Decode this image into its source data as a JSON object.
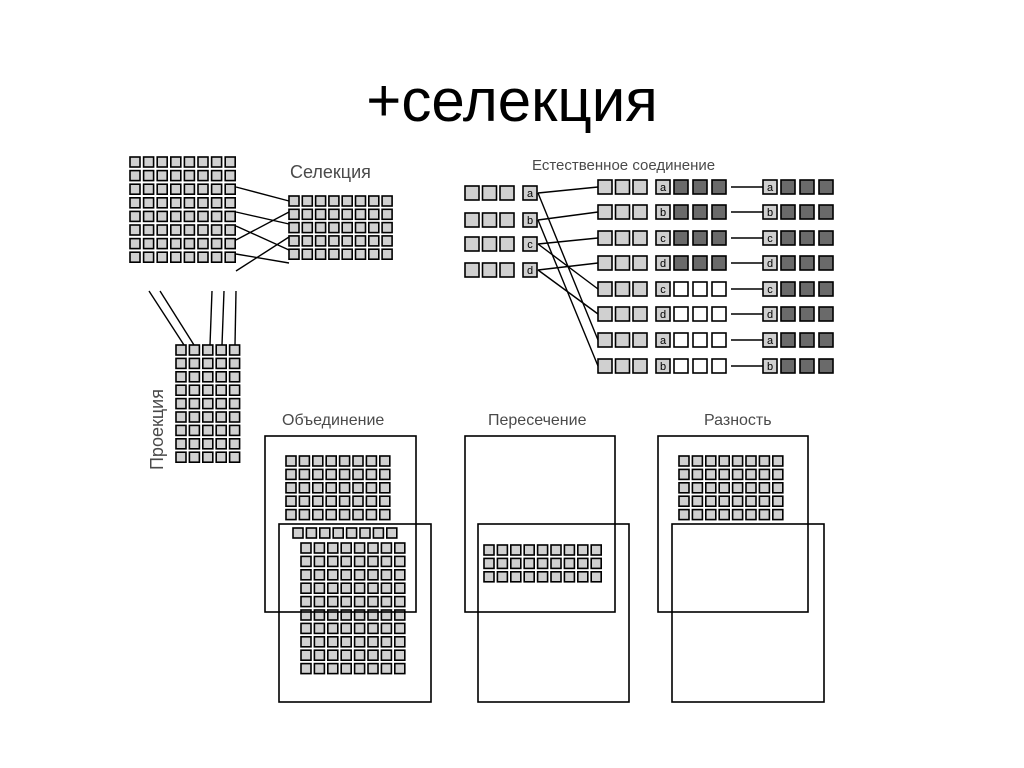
{
  "title": "+селекция",
  "labels": {
    "selection": "Селекция",
    "projection": "Проекция",
    "natural_join": "Естественное соединение",
    "union": "Объединение",
    "intersection": "Пересечение",
    "difference": "Разность"
  },
  "join_keys_left": [
    "a",
    "b",
    "c",
    "d"
  ],
  "join_keys_result": [
    "a",
    "b",
    "c",
    "d",
    "c",
    "d",
    "a",
    "b"
  ],
  "join_keys_right": [
    "a",
    "b",
    "c",
    "d",
    "c",
    "d",
    "a",
    "b"
  ],
  "colors": {
    "cell": "#d0d0d0",
    "cell_dark": "#6a6a6a",
    "cell_white": "#ffffff",
    "line": "#000000"
  }
}
